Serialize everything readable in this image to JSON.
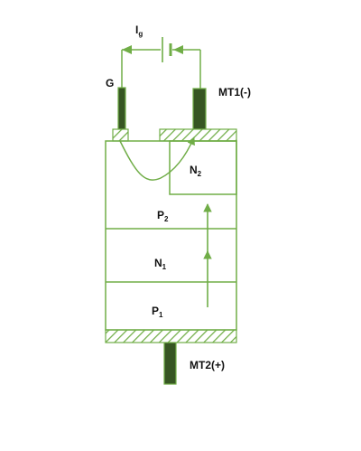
{
  "colors": {
    "stroke": "#70ad47",
    "electrode": "#375623",
    "text": "#111111"
  },
  "labels": {
    "gate_current": {
      "main": "I",
      "sub": "g"
    },
    "gate": "G",
    "mt1": "MT1(-)",
    "mt2": "MT2(+)"
  },
  "layers": {
    "n2": {
      "main": "N",
      "sub": "2"
    },
    "p2": {
      "main": "P",
      "sub": "2"
    },
    "n1": {
      "main": "N",
      "sub": "1"
    },
    "p1": {
      "main": "P",
      "sub": "1"
    }
  }
}
